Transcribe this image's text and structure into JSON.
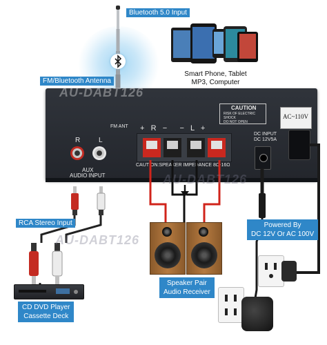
{
  "labels": {
    "bluetooth_input": "Bluetooth 5.0 Input",
    "devices": "Smart Phone, Tablet\nMP3, Computer",
    "antenna": "FM/Bluetooth Antenna",
    "rca_input": "RCA Stereo Input",
    "speaker": "Speaker Pair\nAudio Receiver",
    "power": "Powered By\nDC 12V Or AC 100V",
    "player": "CD DVD Player\nCassette Deck"
  },
  "panel": {
    "watermark": "AU-DABT126",
    "fm_ant": "FM ANT",
    "r": "R",
    "l": "L",
    "aux1": "AUX",
    "aux2": "AUDIO INPUT",
    "speaker_terms": "+   R   −      −   L   +",
    "caution_title": "CAUTION",
    "caution_text": "RISK OF ELECTRIC SHOCK\nDO NOT OPEN",
    "caution_speaker": "CAUTION:SPEAKER IMPEDANCE 8Ω-16Ω",
    "dc_input": "DC INPUT\nDC 12V5A",
    "ac_tag": "AC~110V"
  },
  "colors": {
    "label_bg": "#2f87c8",
    "panel": "#2b2f36",
    "wire_red": "#d0241b",
    "wire_black": "#111111",
    "glow": "#9fd4f3"
  },
  "icons": [
    "bluetooth-icon",
    "down-arrow-icon",
    "speaker-icon",
    "cd-player-icon",
    "wall-outlet-icon",
    "adapter-icon",
    "plug-icon"
  ]
}
